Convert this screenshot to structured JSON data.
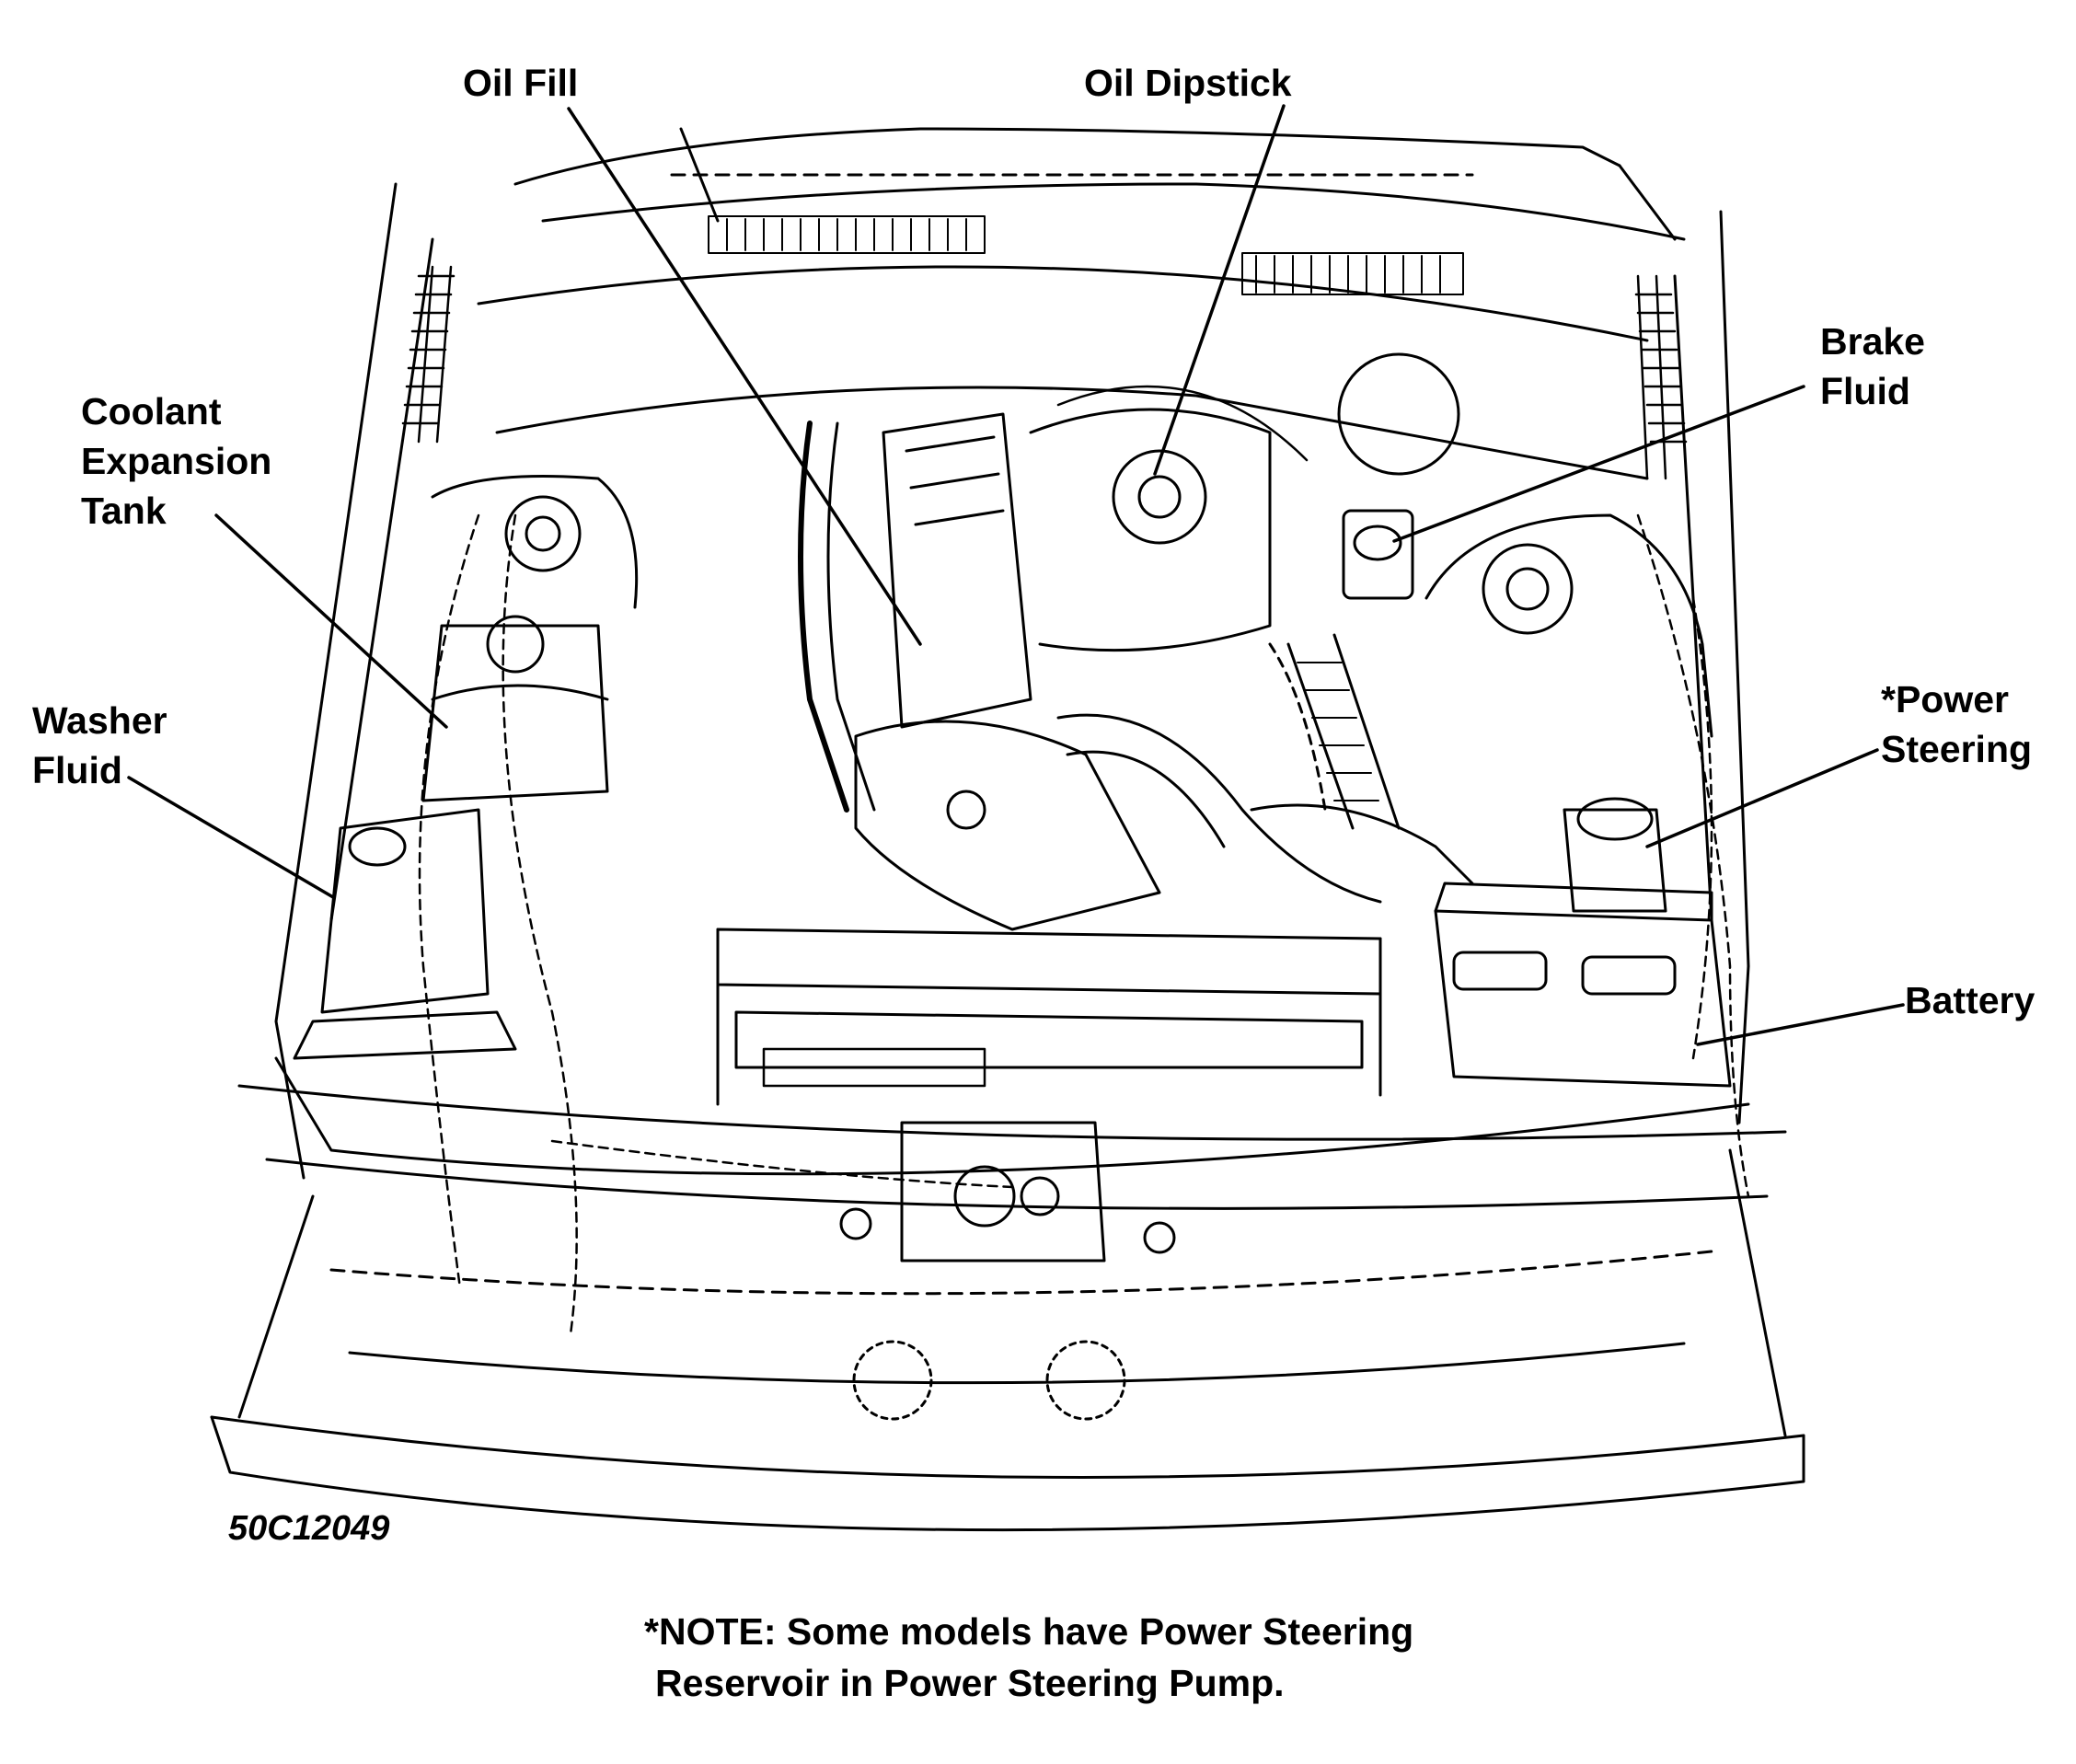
{
  "labels": {
    "oil_fill": "Oil Fill",
    "oil_dipstick": "Oil Dipstick",
    "brake_fluid": [
      "Brake",
      "Fluid"
    ],
    "coolant_tank": [
      "Coolant",
      "Expansion",
      "Tank"
    ],
    "washer_fluid": [
      "Washer",
      "Fluid"
    ],
    "power_steering": [
      "*Power",
      "Steering"
    ],
    "battery": "Battery"
  },
  "figure_code": "50C12049",
  "note": [
    "*NOTE: Some models have Power Steering",
    "Reservoir in Power Steering Pump."
  ]
}
